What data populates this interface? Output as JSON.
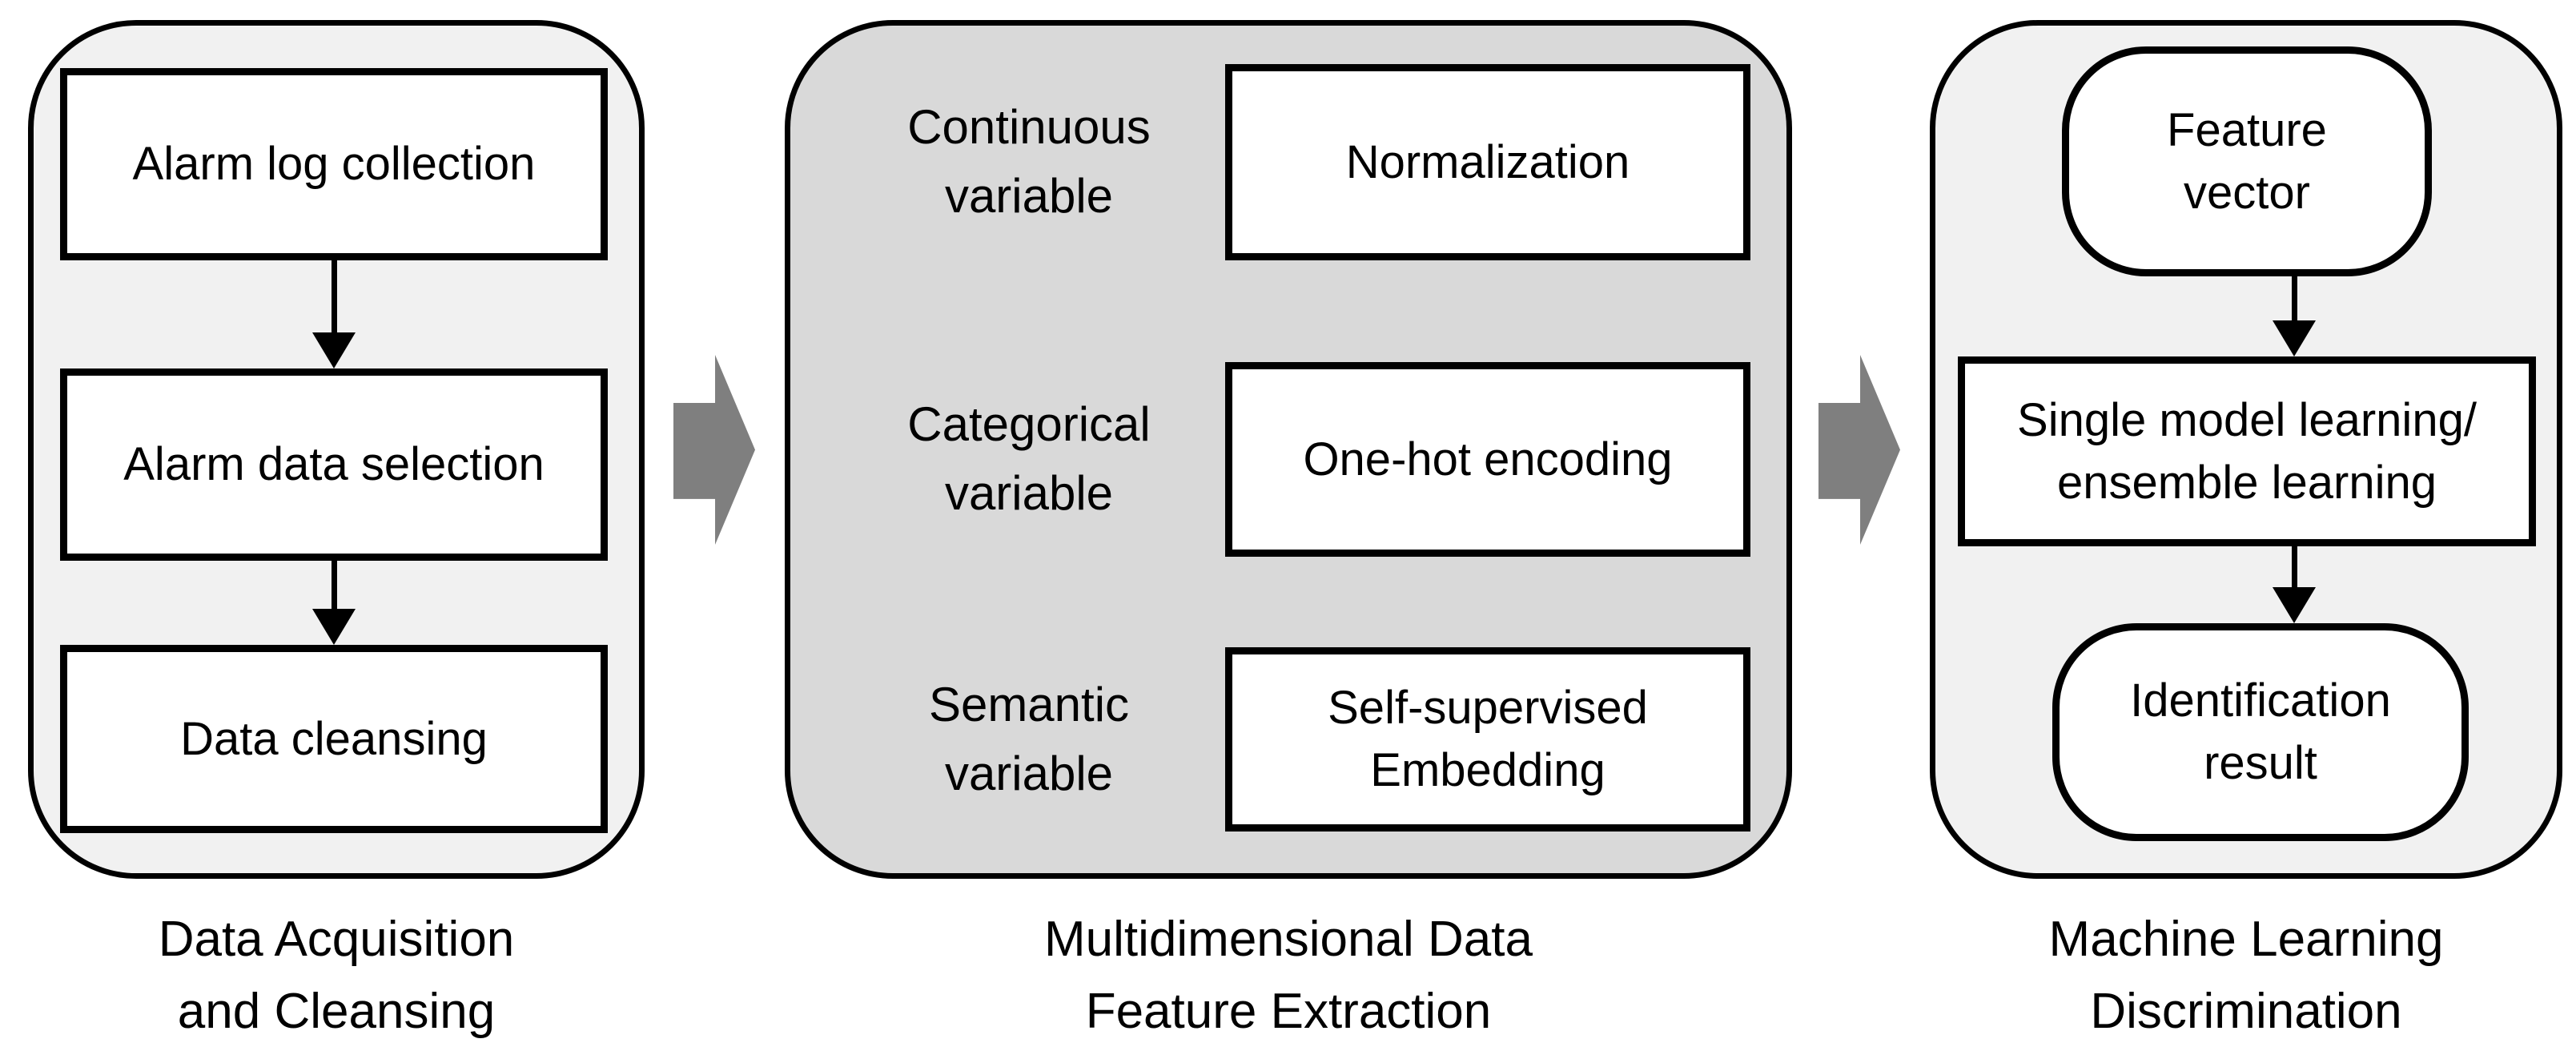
{
  "diagram": {
    "colors": {
      "panel_light": "#f1f1f1",
      "panel_dark": "#d9d9d9",
      "block_arrow_gray": "#7f7f7f",
      "line_black": "#000000",
      "node_fill": "#ffffff"
    },
    "panels": [
      {
        "caption": "Data Acquisition\nand Cleansing",
        "steps": [
          "Alarm log collection",
          "Alarm data selection",
          "Data cleansing"
        ]
      },
      {
        "caption": "Multidimensional Data\nFeature Extraction",
        "rows": [
          {
            "label": "Continuous\nvariable",
            "box": "Normalization"
          },
          {
            "label": "Categorical\nvariable",
            "box": "One-hot encoding"
          },
          {
            "label": "Semantic\nvariable",
            "box": "Self-supervised\nEmbedding"
          }
        ]
      },
      {
        "caption": "Machine Learning\nDiscrimination",
        "nodes": [
          {
            "text": "Feature\nvector"
          },
          {
            "text": "Single model learning/\nensemble learning"
          },
          {
            "text": "Identification\nresult"
          }
        ]
      }
    ]
  }
}
